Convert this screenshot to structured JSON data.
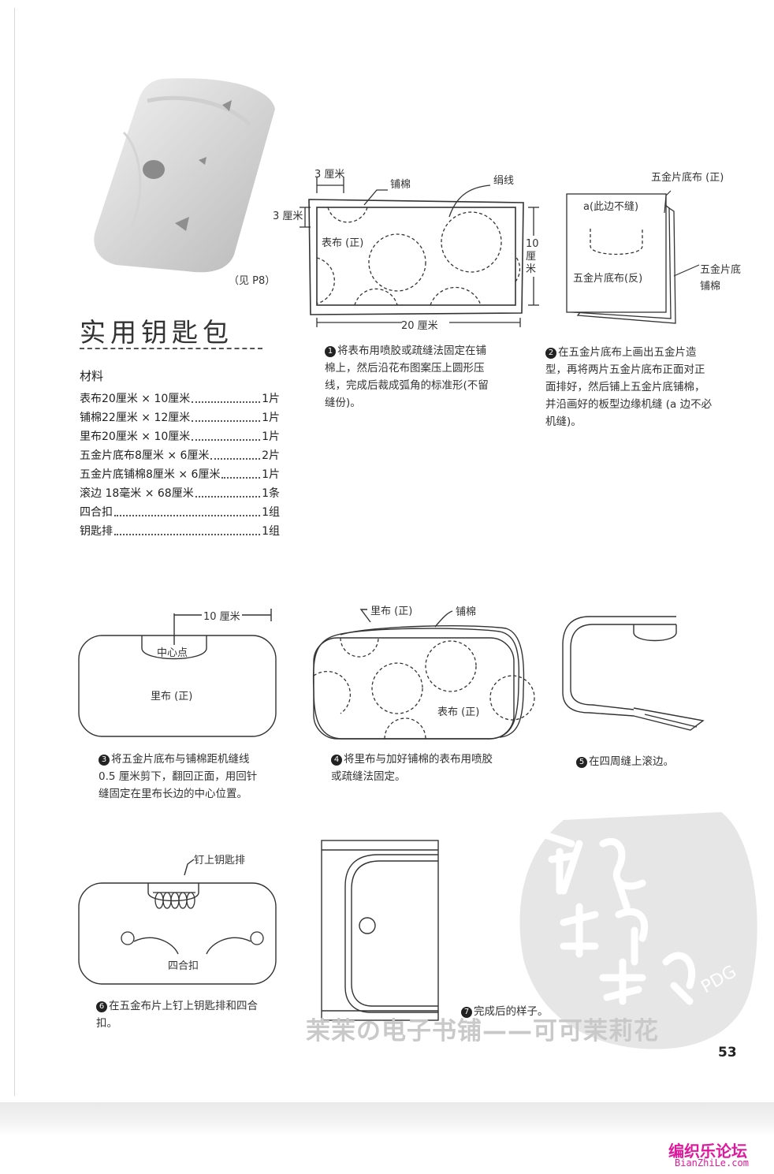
{
  "photo_caption": "（见 P8）",
  "title": "实用钥匙包",
  "materials": {
    "heading": "材料",
    "items": [
      {
        "name": "表布20厘米 × 10厘米",
        "qty": "1片"
      },
      {
        "name": "铺棉22厘米 × 12厘米",
        "qty": "1片"
      },
      {
        "name": "里布20厘米 × 10厘米",
        "qty": "1片"
      },
      {
        "name": "五金片底布8厘米 × 6厘米",
        "qty": "2片"
      },
      {
        "name": "五金片底铺棉8厘米 × 6厘米",
        "qty": "1片"
      },
      {
        "name": "滚边 18毫米 × 68厘米",
        "qty": "1条"
      },
      {
        "name": "四合扣",
        "qty": "1组"
      },
      {
        "name": "钥匙排",
        "qty": "1组"
      }
    ]
  },
  "fig1": {
    "dim_top": "3 厘米",
    "dim_left": "3 厘米",
    "dim_right": "10厘米",
    "dim_bottom": "20 厘米",
    "label_batting": "铺棉",
    "label_thread": "绢线",
    "label_fabric": "表布 (正)"
  },
  "fig2": {
    "label_top": "五金片底布 (正)",
    "label_a": "a(此边不缝)",
    "label_reverse": "五金片底布(反)",
    "label_batting": "五金片底铺棉"
  },
  "fig3": {
    "dim": "10 厘米",
    "center": "中心点",
    "lining": "里布 (正)"
  },
  "fig4": {
    "lining": "里布 (正)",
    "batting": "铺棉",
    "fabric": "表布 (正)"
  },
  "fig6": {
    "keyring": "钉上钥匙排",
    "snap": "四合扣"
  },
  "steps": {
    "s1": {
      "num": "1",
      "text": "将表布用喷胶或疏缝法固定在铺棉上，然后沿花布图案压上圆形压线，完成后裁成弧角的标准形(不留缝份)。"
    },
    "s2": {
      "num": "2",
      "text": "在五金片底布上画出五金片造型，再将两片五金片底布正面对正面排好，然后铺上五金片底铺棉，并沿画好的板型边缘机缝 (a 边不必机缝)。"
    },
    "s3": {
      "num": "3",
      "text": "将五金片底布与铺棉距机缝线 0.5 厘米剪下，翻回正面，用回针缝固定在里布长边的中心位置。"
    },
    "s4": {
      "num": "4",
      "text": "将里布与加好铺棉的表布用喷胶或疏缝法固定。"
    },
    "s5": {
      "num": "5",
      "text": "在四周缝上滚边。"
    },
    "s6": {
      "num": "6",
      "text": "在五金布片上钉上钥匙排和四合扣。"
    },
    "s7": {
      "num": "7",
      "text": "完成后的样子。"
    }
  },
  "page_number": "53",
  "watermark_text": "茉茉の电子书铺——可可茉莉花",
  "watermark_pdg": "PDG",
  "brand": {
    "name": "编织乐论坛",
    "url": "BianZhiLe.com"
  }
}
